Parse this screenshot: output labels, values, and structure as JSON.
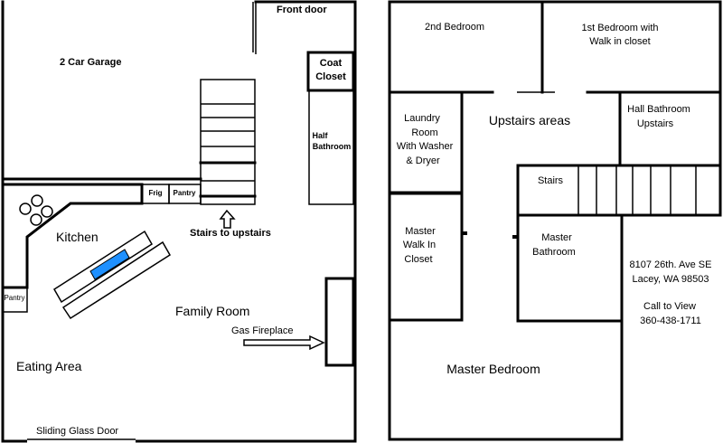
{
  "downstairs": {
    "front_door": "Front door",
    "garage": "2 Car Garage",
    "coat_closet": [
      "Coat",
      "Closet"
    ],
    "half_bathroom": [
      "Half",
      "Bathroom"
    ],
    "frig": "Frig",
    "pantry_top": "Pantry",
    "stairs_to_upstairs": "Stairs to upstairs",
    "kitchen": "Kitchen",
    "pantry_left": "Pantry",
    "family_room": "Family Room",
    "gas_fireplace": "Gas Fireplace",
    "eating_area": "Eating Area",
    "sliding_glass_door": "Sliding Glass Door"
  },
  "upstairs": {
    "second_bedroom": "2nd Bedroom",
    "first_bedroom": [
      "1st Bedroom with",
      "Walk in closet"
    ],
    "laundry_room": [
      "Laundry",
      "Room",
      "With Washer",
      "& Dryer"
    ],
    "upstairs_areas": "Upstairs areas",
    "hall_bathroom": [
      "Hall Bathroom",
      "Upstairs"
    ],
    "stairs": "Stairs",
    "master_walk_in_closet": [
      "Master",
      "Walk In",
      "Closet"
    ],
    "master_bathroom": [
      "Master",
      "Bathroom"
    ],
    "master_bedroom": "Master Bedroom"
  },
  "info": {
    "address_line1": "8107 26th. Ave SE",
    "address_line2": "Lacey, WA  98503",
    "call_to_view": "Call to View",
    "phone": "360-438-1711"
  },
  "colors": {
    "wall": "#000000",
    "sink": "#1e90ff"
  }
}
